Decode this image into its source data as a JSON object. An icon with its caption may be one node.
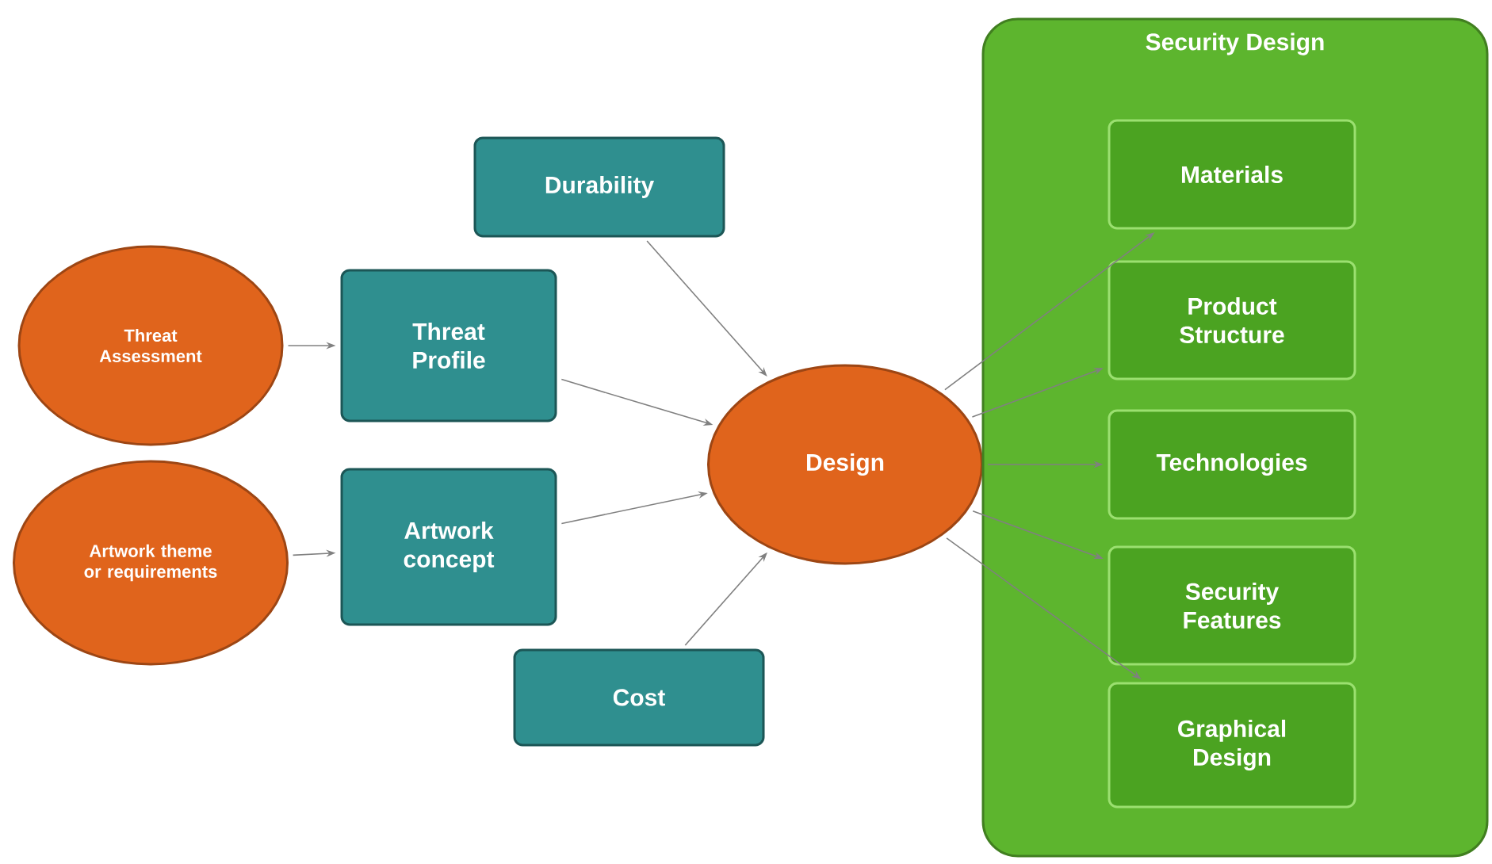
{
  "diagram": {
    "nodes": [
      {
        "text": [
          "Threat Assessment"
        ]
      },
      {
        "text": [
          "Artwork theme or requirements"
        ]
      },
      {
        "text": [
          "Durability"
        ]
      },
      {
        "text": [
          "Threat Profile"
        ]
      },
      {
        "text": [
          "Artwork concept"
        ]
      },
      {
        "text": [
          "Cost"
        ]
      },
      {
        "text": [
          "Design"
        ]
      },
      {
        "text": [
          "Security Design"
        ]
      },
      {
        "text": [
          "Materials"
        ],
        "in": 7
      },
      {
        "text": [
          "Product Structure"
        ],
        "in": 7
      },
      {
        "text": [
          "Technologies"
        ],
        "in": 7
      },
      {
        "text": [
          "Security Features"
        ],
        "in": 7
      },
      {
        "text": [
          "Graphical Design"
        ],
        "in": 7
      }
    ],
    "edges": [
      {
        "from": 0,
        "to": 3,
        "arrow": "to"
      },
      {
        "from": 1,
        "to": 4,
        "arrow": "to"
      },
      {
        "from": 2,
        "to": 6,
        "arrow": "to"
      },
      {
        "from": 3,
        "to": 6,
        "arrow": "to"
      },
      {
        "from": 4,
        "to": 6,
        "arrow": "to"
      },
      {
        "from": 5,
        "to": 6,
        "arrow": "to"
      },
      {
        "from": 6,
        "to": 8,
        "arrow": "to"
      },
      {
        "from": 6,
        "to": 9,
        "arrow": "to"
      },
      {
        "from": 6,
        "to": 10,
        "arrow": "to"
      },
      {
        "from": 6,
        "to": 11,
        "arrow": "to"
      },
      {
        "from": 6,
        "to": 12,
        "arrow": "to"
      }
    ]
  }
}
